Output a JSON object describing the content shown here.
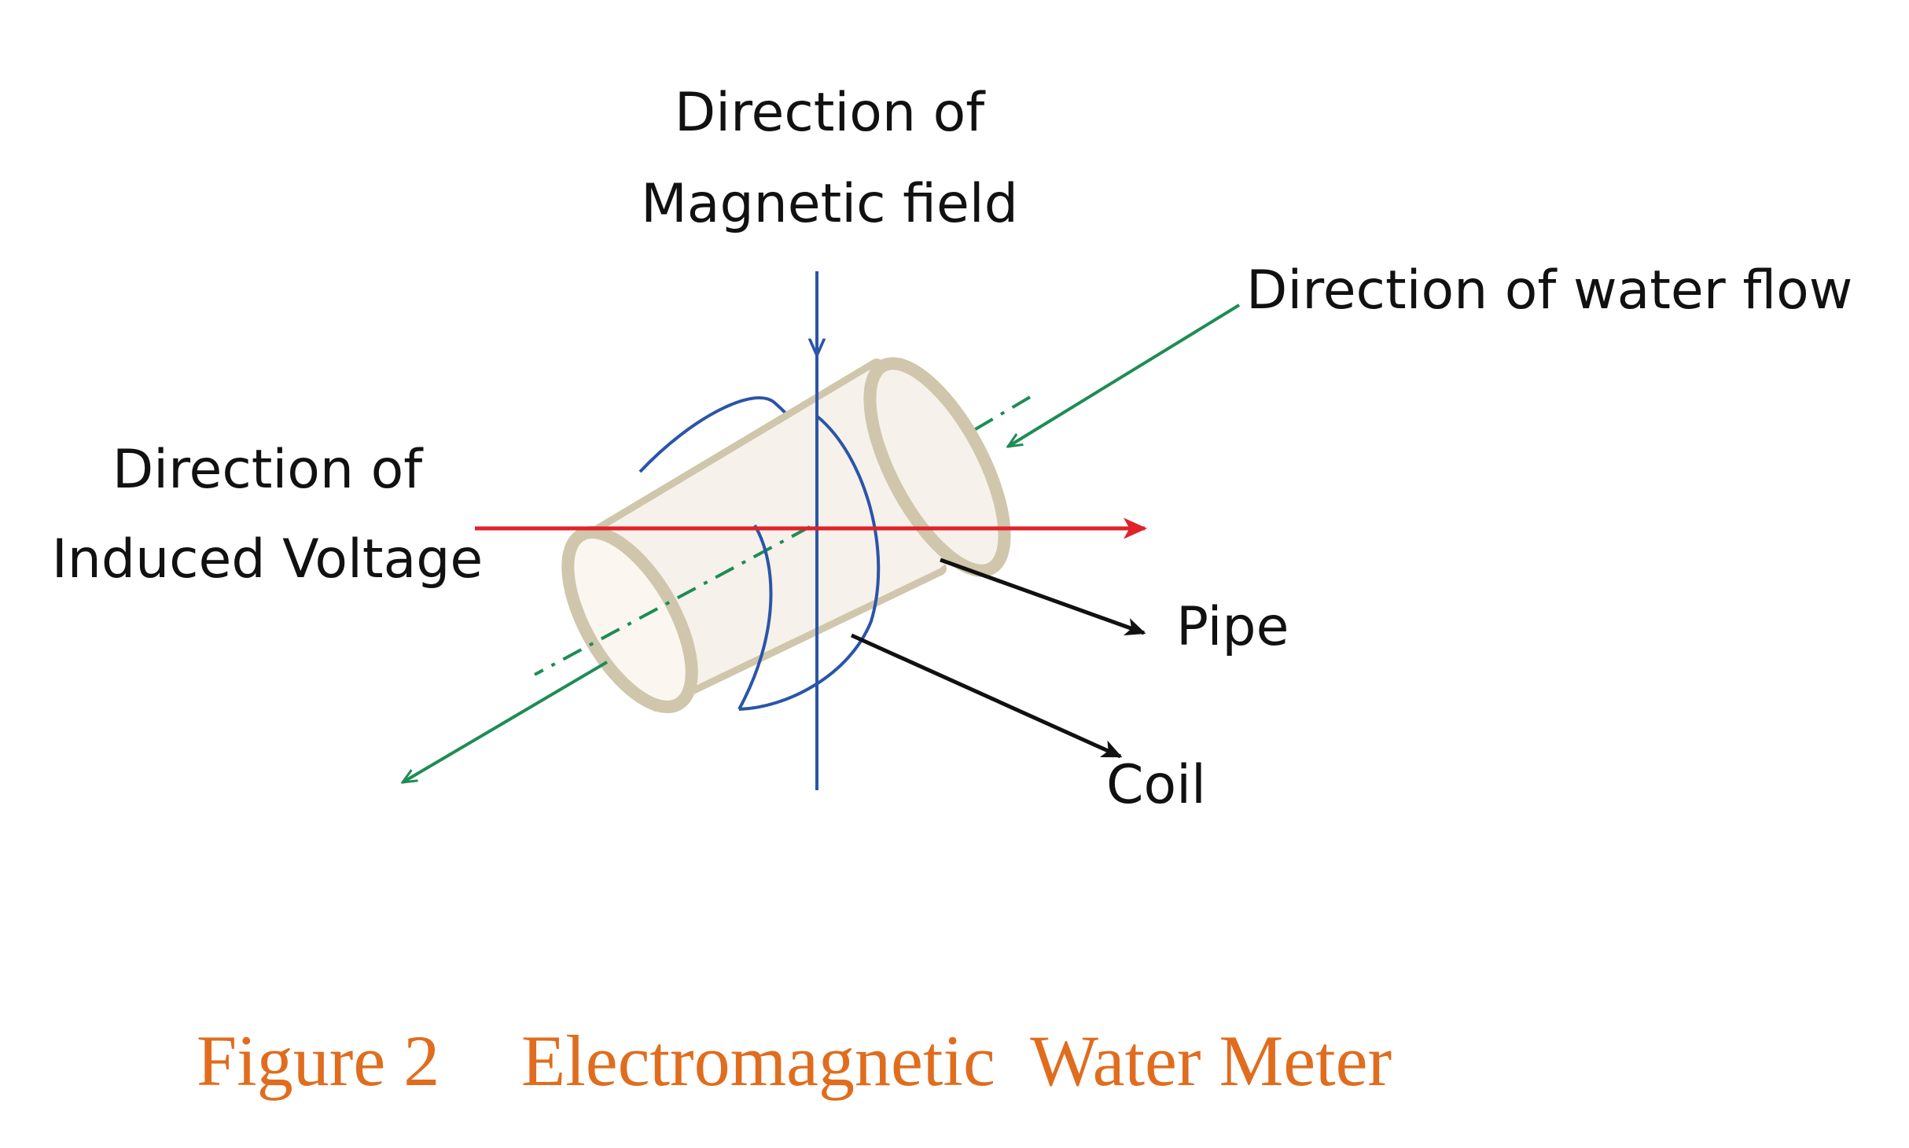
{
  "labels": {
    "magnetic_line1": "Direction of",
    "magnetic_line2": "Magnetic field",
    "water_flow": "Direction of water flow",
    "voltage_line1": "Direction of",
    "voltage_line2": "Induced Voltage",
    "pipe": "Pipe",
    "coil": "Coil"
  },
  "caption": {
    "figure_number": "Figure 2",
    "title": "Electromagnetic  Water Meter"
  },
  "colors": {
    "magnetic_field": "#2a55a8",
    "water_flow": "#1e8c55",
    "induced_voltage": "#e0222a",
    "pointer": "#111111",
    "pipe_body": "#f6f1ea",
    "pipe_outline": "#cfc6ac",
    "caption": "#e06d1e"
  }
}
